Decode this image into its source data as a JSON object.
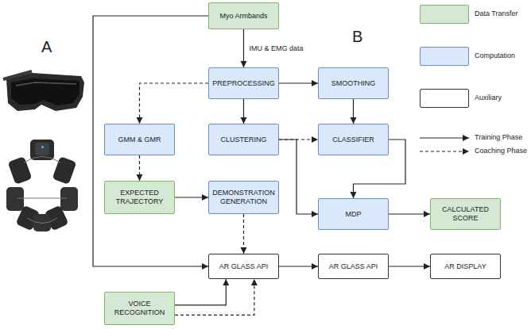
{
  "diagram": {
    "nodes": [
      {
        "text": [
          "Myo Armbands"
        ]
      },
      {
        "text": [
          "PREPROCESSING"
        ]
      },
      {
        "text": [
          "SMOOTHING"
        ]
      },
      {
        "text": [
          "GMM & GMR"
        ]
      },
      {
        "text": [
          "CLUSTERING"
        ]
      },
      {
        "text": [
          "CLASSIFIER"
        ]
      },
      {
        "text": [
          "EXPECTED TRAJECTORY"
        ]
      },
      {
        "text": [
          "DEMONSTRATION GENERATION"
        ]
      },
      {
        "text": [
          "MDP"
        ]
      },
      {
        "text": [
          "CALCULATED SCORE"
        ]
      },
      {
        "text": [
          "AR GLASS API"
        ]
      },
      {
        "text": [
          "AR GLASS API"
        ]
      },
      {
        "text": [
          "AR DISPLAY"
        ]
      },
      {
        "text": [
          "VOICE RECOGNITION"
        ]
      }
    ],
    "edges": [
      {
        "from": 0,
        "to": 1,
        "arrow": "to",
        "label": "IMU & EMG data"
      },
      {
        "from": 0,
        "to": 10,
        "arrow": "to"
      },
      {
        "from": 1,
        "to": 2,
        "arrow": "to"
      },
      {
        "from": 1,
        "to": 3,
        "arrow": "to"
      },
      {
        "from": 1,
        "to": 4,
        "arrow": "to"
      },
      {
        "from": 2,
        "to": 5,
        "arrow": "to"
      },
      {
        "from": 3,
        "to": 6,
        "arrow": "to"
      },
      {
        "from": 4,
        "to": 5,
        "arrow": "to"
      },
      {
        "from": 4,
        "to": 8,
        "arrow": "to"
      },
      {
        "from": 5,
        "to": 8,
        "arrow": "to"
      },
      {
        "from": 6,
        "to": 7,
        "arrow": "to"
      },
      {
        "from": 7,
        "to": 10,
        "arrow": "to"
      },
      {
        "from": 8,
        "to": 9,
        "arrow": "to"
      },
      {
        "from": 10,
        "to": 11,
        "arrow": "to"
      },
      {
        "from": 11,
        "to": 12,
        "arrow": "to"
      },
      {
        "from": 13,
        "to": 10,
        "arrow": "to"
      },
      {
        "from": 13,
        "to": 10,
        "arrow": "to"
      }
    ],
    "labels": [
      "A",
      "B"
    ],
    "legend": [
      {
        "text": "Data Transfer",
        "color": "#d5e8d4"
      },
      {
        "text": "Computation",
        "color": "#dae8fc"
      },
      {
        "text": "Auxiliary",
        "color": "#ffffff"
      },
      {
        "text": "Training Phase"
      },
      {
        "text": "Coaching Phase"
      }
    ]
  }
}
